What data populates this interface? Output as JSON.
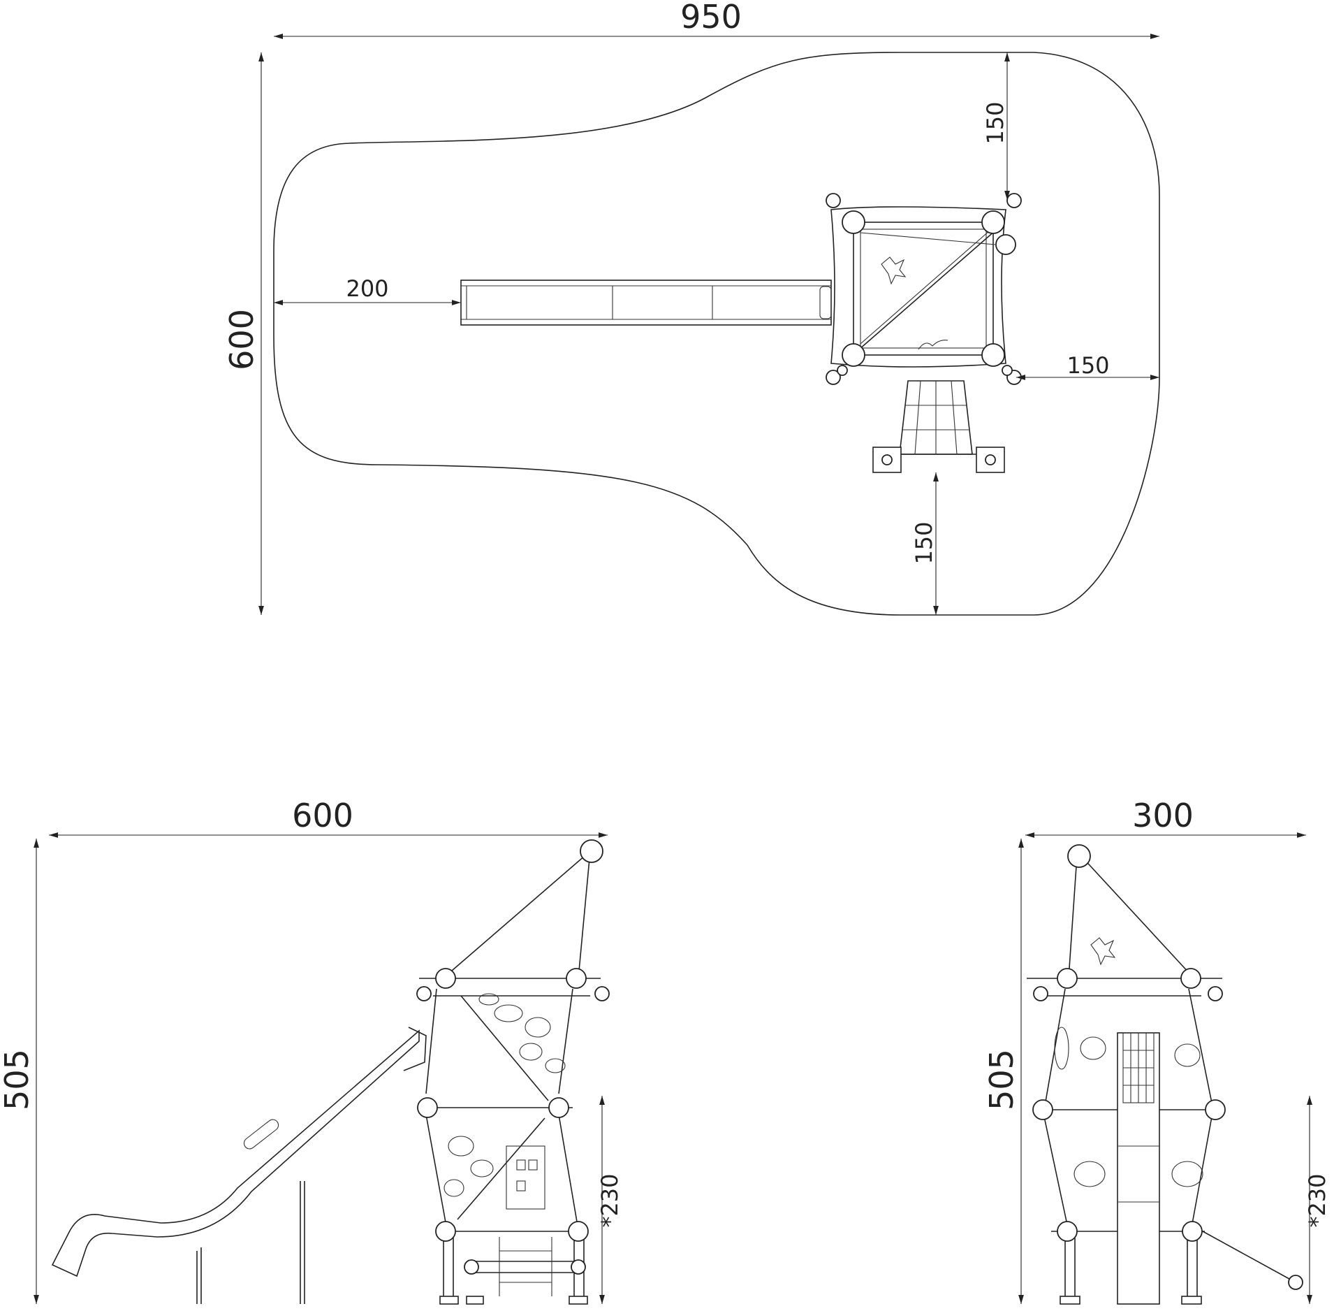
{
  "plan_view": {
    "overall_width": "950",
    "overall_depth": "600",
    "slide_clearance": "200",
    "top_clearance": "150",
    "right_clearance": "150",
    "bottom_clearance": "150"
  },
  "side_view": {
    "width": "600",
    "height": "505",
    "platform_height": "*230"
  },
  "front_view": {
    "width": "300",
    "height": "505",
    "platform_height": "*230"
  }
}
